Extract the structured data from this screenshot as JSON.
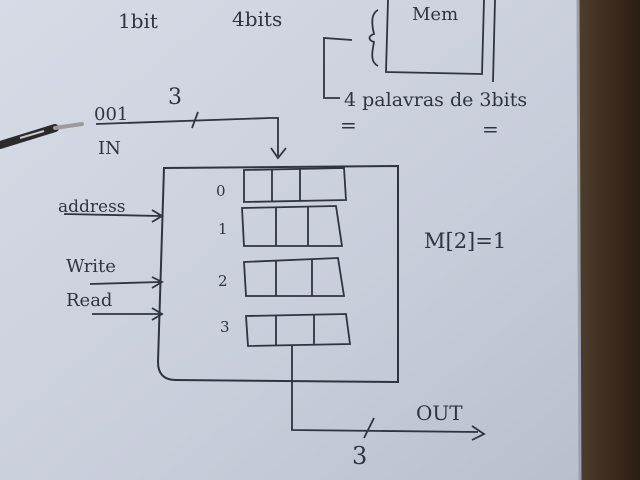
{
  "notes": {
    "top_left_1": "1bit",
    "top_left_2": "4bits",
    "mem_label": "Mem",
    "words_label": "4 palavras de 3bits",
    "input_value": "001",
    "input_width": "3",
    "input_name": "IN",
    "address_label": "address",
    "write_label": "Write",
    "read_label": "Read",
    "row_indices": [
      "0",
      "1",
      "2",
      "3"
    ],
    "equation": "M[2]=1",
    "output_name": "OUT",
    "output_width": "3",
    "equals_1": "=",
    "equals_2": "="
  },
  "colors": {
    "paper": "#cfd3df",
    "ink": "#2f3440",
    "background": "#3a2a1c"
  }
}
